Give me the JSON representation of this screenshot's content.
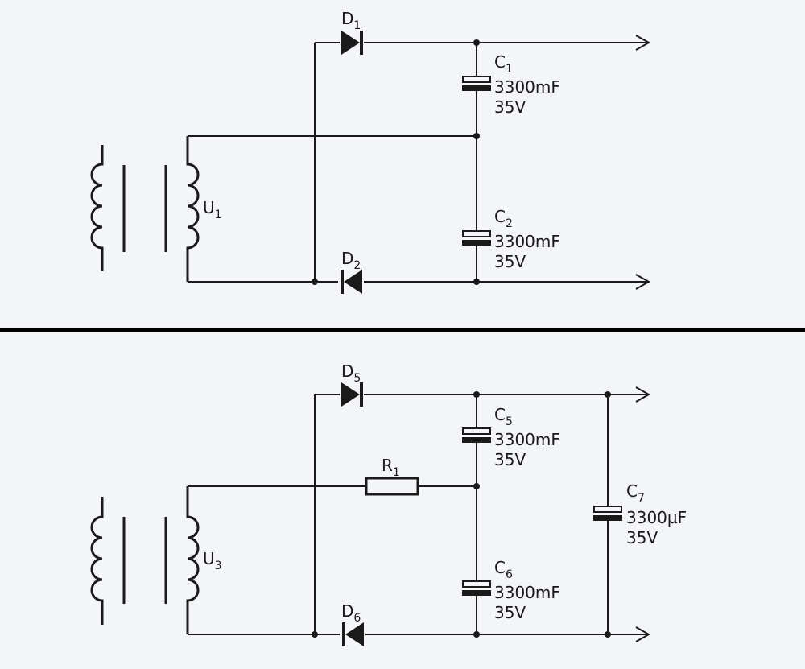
{
  "top_circuit": {
    "transformer": {
      "letter": "U",
      "sub": "1"
    },
    "d1": {
      "letter": "D",
      "sub": "1"
    },
    "d2": {
      "letter": "D",
      "sub": "2"
    },
    "c1": {
      "letter": "C",
      "sub": "1",
      "value": "3300mF",
      "voltage": "35V"
    },
    "c2": {
      "letter": "C",
      "sub": "2",
      "value": "3300mF",
      "voltage": "35V"
    }
  },
  "bottom_circuit": {
    "transformer": {
      "letter": "U",
      "sub": "3"
    },
    "d5": {
      "letter": "D",
      "sub": "5"
    },
    "d6": {
      "letter": "D",
      "sub": "6"
    },
    "r1": {
      "letter": "R",
      "sub": "1"
    },
    "c5": {
      "letter": "C",
      "sub": "5",
      "value": "3300mF",
      "voltage": "35V"
    },
    "c6": {
      "letter": "C",
      "sub": "6",
      "value": "3300mF",
      "voltage": "35V"
    },
    "c7": {
      "letter": "C",
      "sub": "7",
      "value": "3300µF",
      "voltage": "35V"
    }
  }
}
